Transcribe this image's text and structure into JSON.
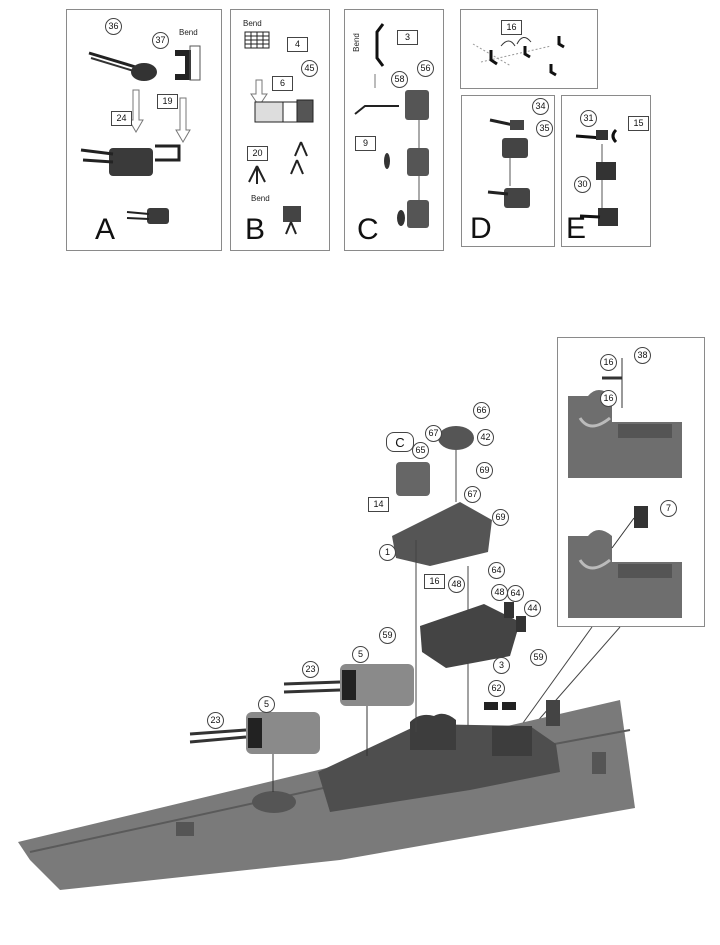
{
  "diagram": {
    "title": "Battleship model assembly instructions",
    "panels": [
      {
        "id": "A",
        "label": "A",
        "callouts": [
          "36",
          "37",
          "19",
          "24"
        ],
        "notes": [
          "Bend"
        ]
      },
      {
        "id": "B",
        "label": "B",
        "callouts": [
          "4",
          "6",
          "45",
          "20"
        ],
        "notes": [
          "Bend",
          "Bend"
        ]
      },
      {
        "id": "C",
        "label": "C",
        "callouts": [
          "3",
          "58",
          "56",
          "9"
        ],
        "notes": [
          "Bend"
        ]
      },
      {
        "id": "top-right",
        "label": "",
        "callouts": [
          "16"
        ],
        "notes": []
      },
      {
        "id": "D",
        "label": "D",
        "callouts": [
          "34",
          "35"
        ],
        "notes": []
      },
      {
        "id": "E",
        "label": "E",
        "callouts": [
          "31",
          "15",
          "30"
        ],
        "notes": []
      },
      {
        "id": "detail",
        "label": "",
        "callouts": [
          "16",
          "38",
          "16",
          "7"
        ],
        "notes": []
      }
    ],
    "main_assembly": {
      "subassembly_ref": "C",
      "callouts": [
        "66",
        "67",
        "42",
        "65",
        "69",
        "67",
        "14",
        "69",
        "1",
        "64",
        "16",
        "48",
        "48",
        "64",
        "44",
        "59",
        "3",
        "59",
        "62",
        "23",
        "5",
        "23",
        "5"
      ]
    }
  }
}
